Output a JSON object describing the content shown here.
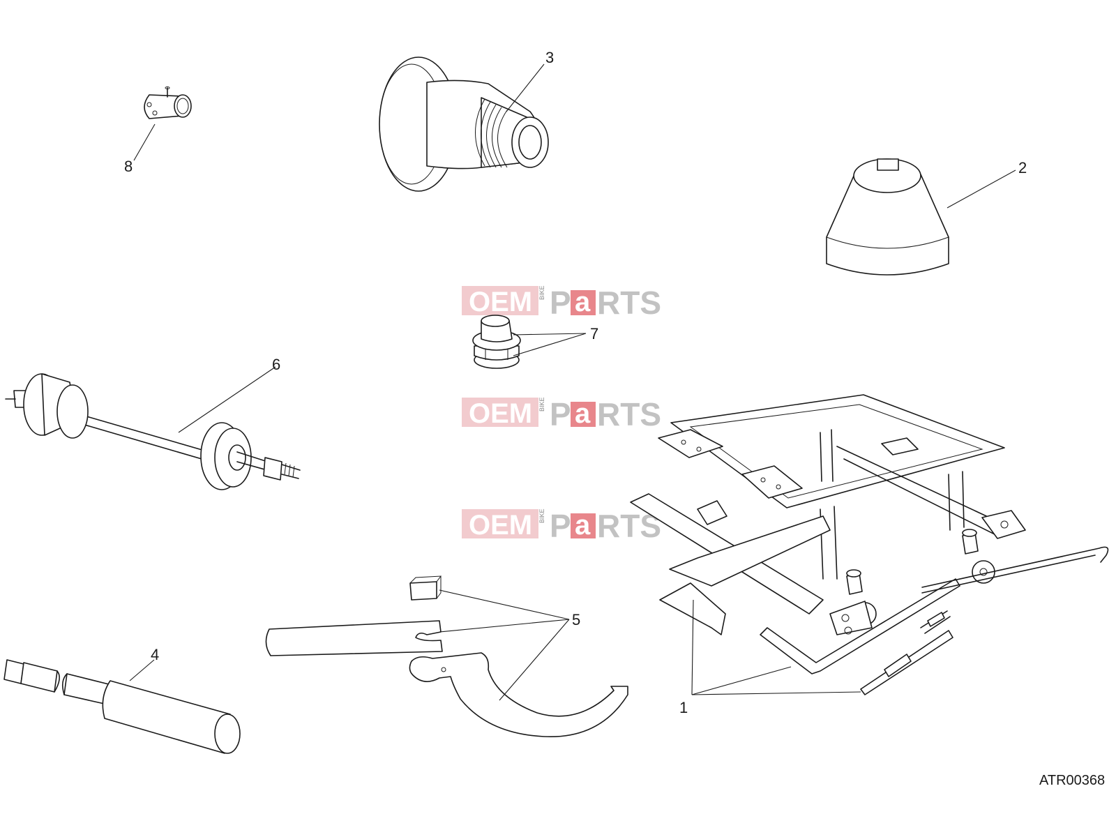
{
  "callouts": [
    "1",
    "2",
    "3",
    "4",
    "5",
    "6",
    "7",
    "8"
  ],
  "drawing_code": "ATR00368",
  "watermark": {
    "part1": "OEM",
    "part2": "BIKE",
    "part3": "P",
    "part4": "a",
    "part5": "RTS"
  }
}
